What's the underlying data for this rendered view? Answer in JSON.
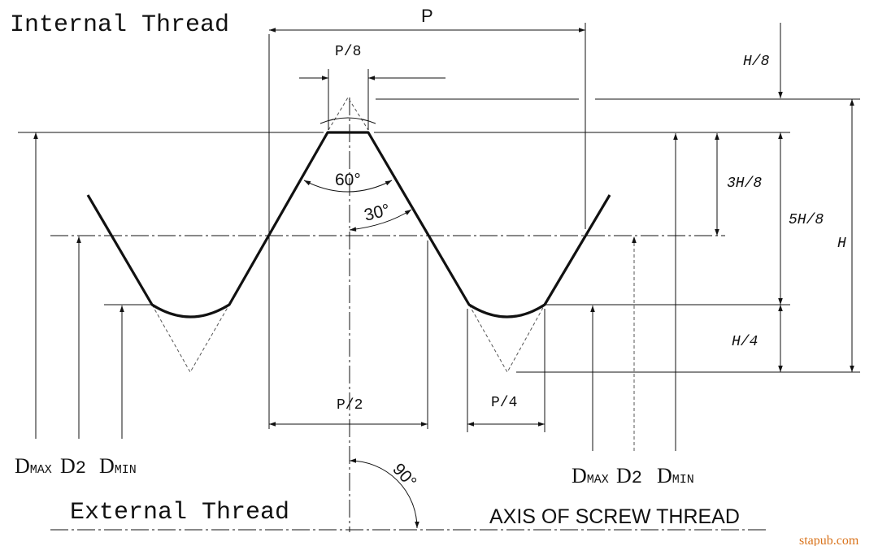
{
  "titles": {
    "internal": "Internal Thread",
    "external": "External Thread",
    "axis": "AXIS OF SCREW THREAD"
  },
  "dimensions": {
    "pitch": "P",
    "p8": "P/8",
    "p2": "P/2",
    "p4": "P/4",
    "h8": "H/8",
    "h3_8": "3H/8",
    "h5_8": "5H/8",
    "h": "H",
    "h4": "H/4"
  },
  "angles": {
    "included": "60°",
    "flank": "30°",
    "axis": "90°"
  },
  "diameters_left": {
    "dmax_d": "D",
    "dmax_sub": "MAX",
    "d2_d": "D",
    "d2_sub": "2",
    "dmin_d": "D",
    "dmin_sub": "MIN"
  },
  "diameters_right": {
    "dmax_d": "D",
    "dmax_sub": "MAX",
    "d2_d": "D",
    "d2_sub": "2",
    "dmin_d": "D",
    "dmin_sub": "MIN"
  },
  "watermark": "stapub.com"
}
